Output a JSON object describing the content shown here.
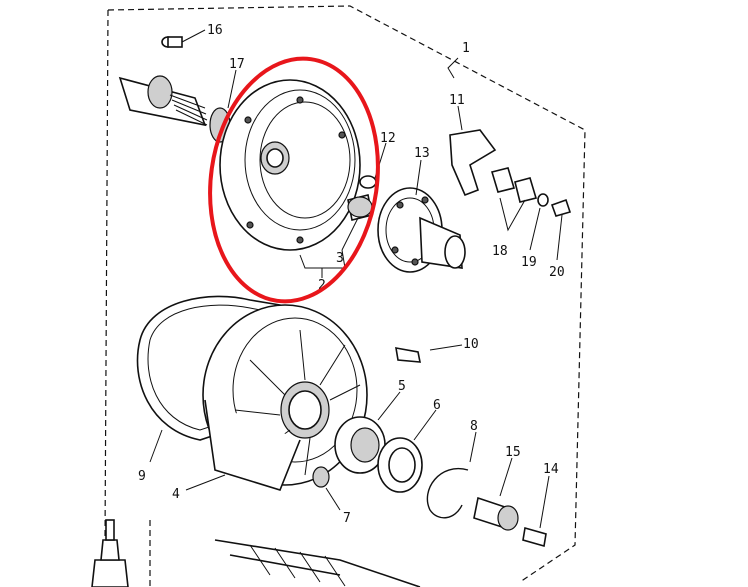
{
  "diagram": {
    "part_labels": [
      "16",
      "1",
      "17",
      "11",
      "12",
      "13",
      "2",
      "3",
      "18",
      "19",
      "20",
      "10",
      "5",
      "6",
      "8",
      "9",
      "4",
      "7",
      "15",
      "14"
    ],
    "highlight_color": "#e8161b"
  }
}
